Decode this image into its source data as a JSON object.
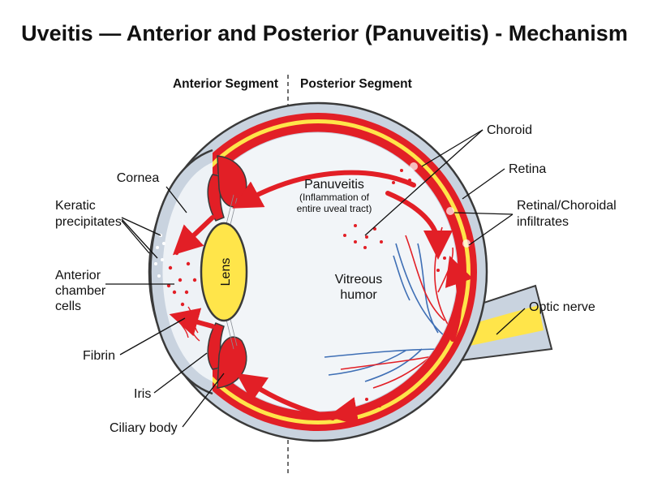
{
  "title": "Uveitis — Anterior and Posterior (Panuveitis) - Mechanism",
  "segments": {
    "anterior": "Anterior Segment",
    "posterior": "Posterior Segment"
  },
  "labels": {
    "cornea": "Cornea",
    "keratic_1": "Keratic",
    "keratic_2": "precipitates",
    "anterior_1": "Anterior",
    "anterior_2": "chamber",
    "anterior_3": "cells",
    "fibrin": "Fibrin",
    "iris": "Iris",
    "ciliary": "Ciliary body",
    "lens": "Lens",
    "panuveitis": "Panuveitis",
    "panuveitis_sub_1": "(Inflammation of",
    "panuveitis_sub_2": "entire uveal tract)",
    "vitreous_1": "Vitreous",
    "vitreous_2": "humor",
    "choroid": "Choroid",
    "retina": "Retina",
    "infiltrates_1": "Retinal/Choroidal",
    "infiltrates_2": "infiltrates",
    "optic": "Optic nerve"
  },
  "colors": {
    "outline": "#3a3a3a",
    "sclera": "#c9d3df",
    "inflammation_red": "#e21f26",
    "lens_yellow": "#ffe54a",
    "vessel_blue": "#3f6fb5",
    "vitreous": "#f2f5f8"
  }
}
